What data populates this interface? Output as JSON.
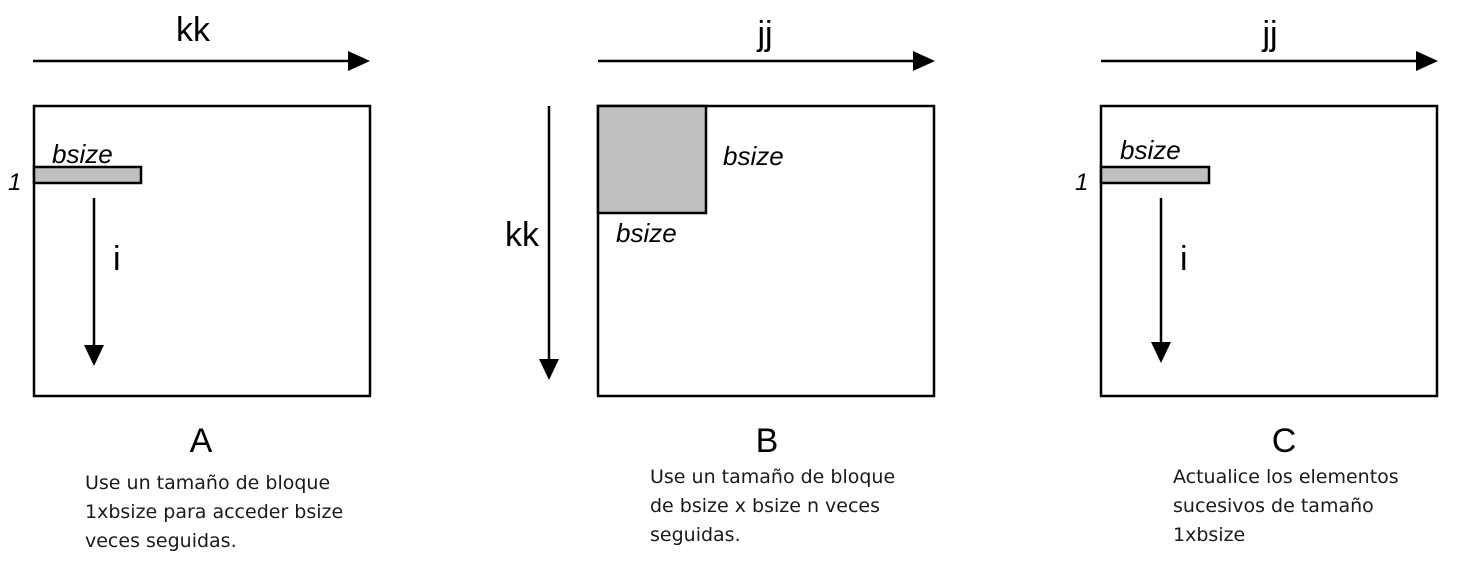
{
  "panels": {
    "a": {
      "axis_top": "kk",
      "axis_down": "i",
      "block_label": "bsize",
      "row_label": "1",
      "letter": "A",
      "description": [
        "Use un tamaño de bloque",
        "1xbsize para acceder bsize",
        "veces seguidas."
      ]
    },
    "b": {
      "axis_top": "jj",
      "axis_left": "kk",
      "block_label_right": "bsize",
      "block_label_bottom": "bsize",
      "letter": "B",
      "description": [
        "Use un tamaño de bloque",
        "de bsize x bsize n veces",
        "seguidas."
      ]
    },
    "c": {
      "axis_top": "jj",
      "axis_down": "i",
      "block_label": "bsize",
      "row_label": "1",
      "letter": "C",
      "description": [
        "Actualice los elementos",
        "sucesivos de tamaño",
        "1xbsize"
      ]
    }
  },
  "colors": {
    "line": "#000000",
    "block_fill": "#c0c0c0",
    "background": "#ffffff"
  }
}
